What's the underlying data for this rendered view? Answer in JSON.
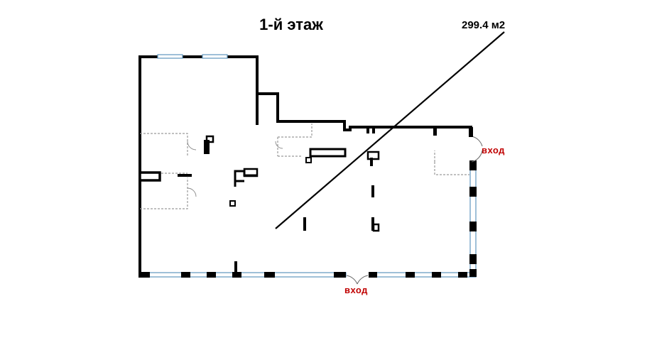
{
  "plan": {
    "title": "1-й этаж",
    "area": "299.4 м2",
    "entrances": [
      {
        "label": "вход"
      },
      {
        "label": "вход"
      }
    ]
  },
  "colors": {
    "wall": "#000000",
    "window": "#5f95bf",
    "partition": "#9a9a9a",
    "entrance_text": "#c00000"
  }
}
